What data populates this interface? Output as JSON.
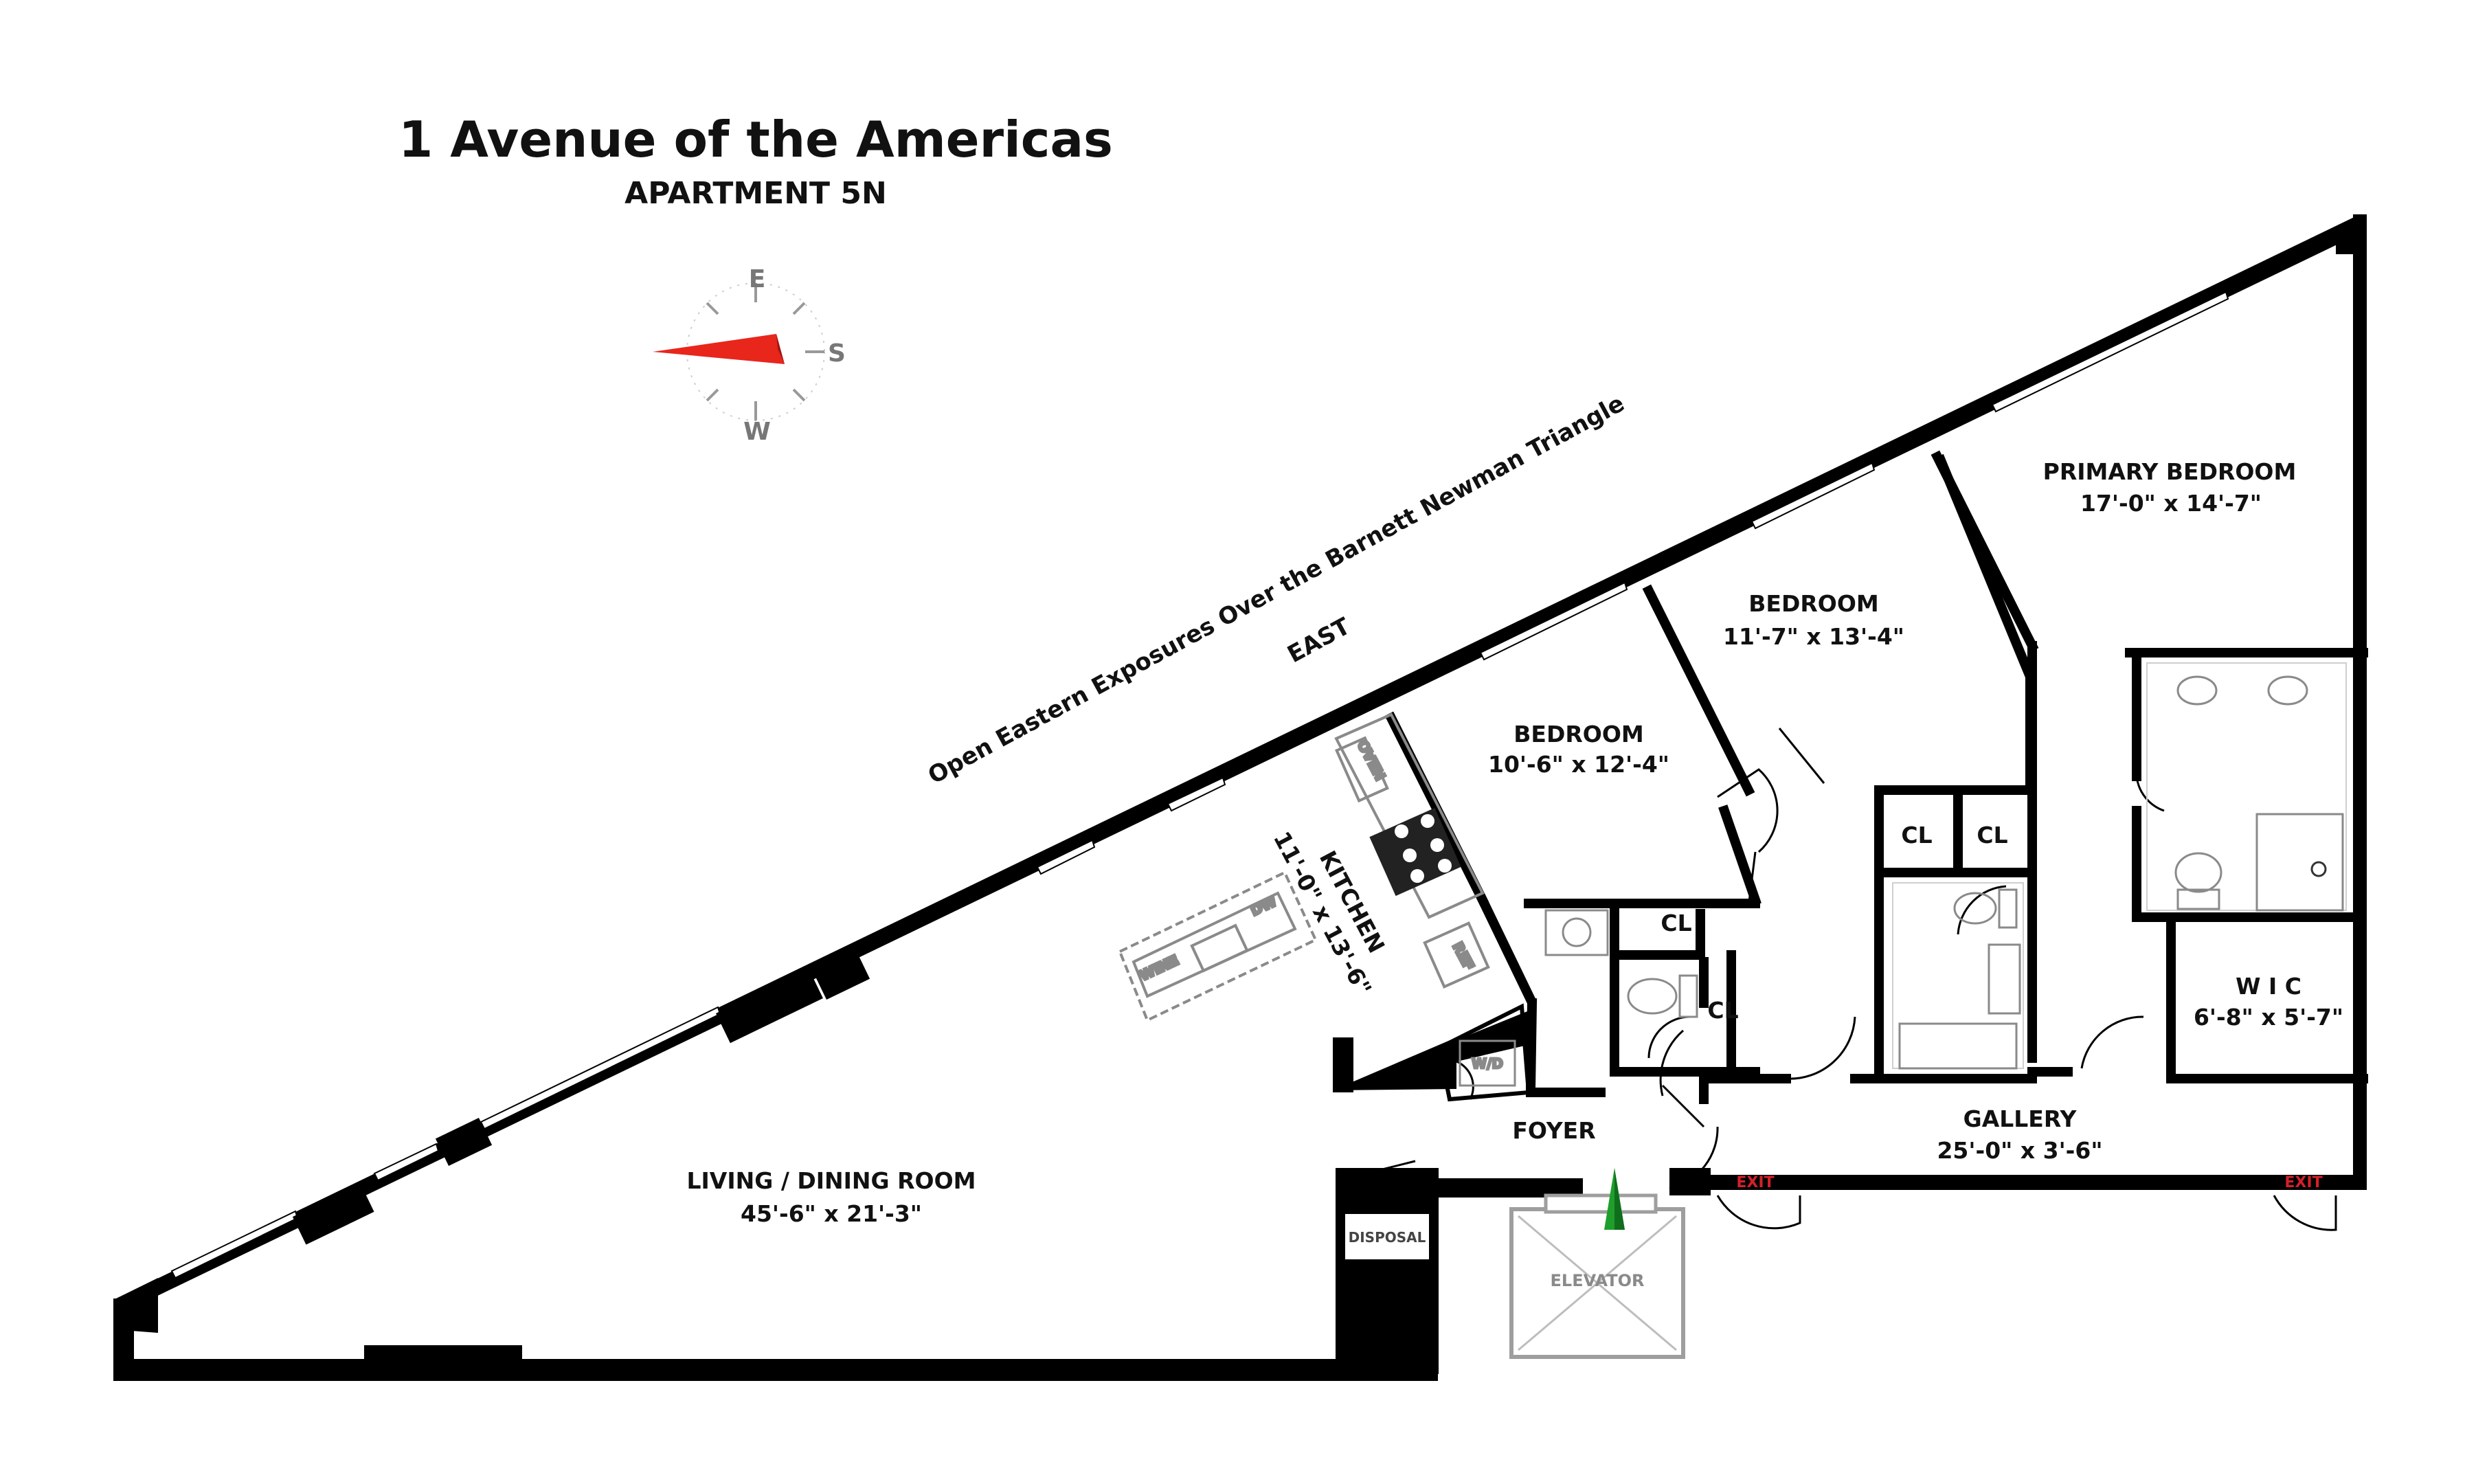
{
  "header": {
    "address": "1 Avenue of the Americas",
    "unit": "APARTMENT 5N"
  },
  "compass": {
    "north": "E",
    "east": "S",
    "south": "W"
  },
  "exposure": {
    "banner": "Open Eastern Exposures Over the Barnett Newman Triangle",
    "side": "EAST"
  },
  "rooms": {
    "primary_bedroom": {
      "name": "PRIMARY BEDROOM",
      "dim": "17'-0\" x 14'-7\""
    },
    "bedroom2": {
      "name": "BEDROOM",
      "dim": "11'-7\" x 13'-4\""
    },
    "bedroom3": {
      "name": "BEDROOM",
      "dim": "10'-6\" x 12'-4\""
    },
    "kitchen": {
      "name": "KITCHEN",
      "dim": "11'-0\" x 13'-6\""
    },
    "living": {
      "name": "LIVING / DINING ROOM",
      "dim": "45'-6\" x 21'-3\""
    },
    "gallery": {
      "name": "GALLERY",
      "dim": "25'-0\" x 3'-6\""
    },
    "wic": {
      "name": "W I C",
      "dim": "6'-8\" x 5'-7\""
    },
    "foyer": {
      "name": "FOYER"
    },
    "closet": "CL"
  },
  "fixtures": {
    "oven": "OVEN",
    "ref": "REF",
    "dw": "DW",
    "wine": "WINE",
    "wd": "W/D",
    "disposal": "DISPOSAL",
    "elevator": "ELEVATOR"
  },
  "exits": {
    "label": "EXIT"
  },
  "colors": {
    "wall": "#000000",
    "compass_needle": "#e8261c",
    "entry_arrow": "#1f9e2c",
    "exit": "#d4202a",
    "fixture": "#8a8a8a"
  }
}
